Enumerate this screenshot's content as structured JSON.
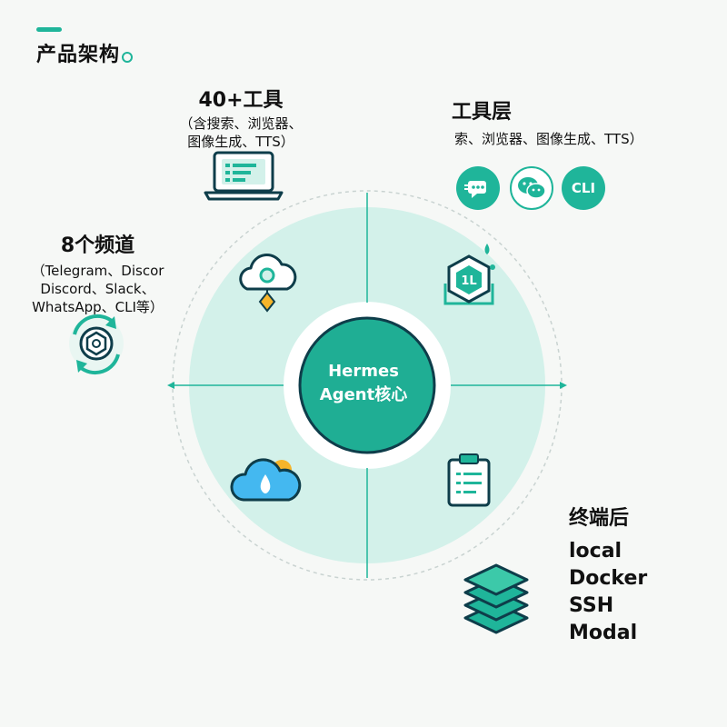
{
  "page_title": "产品架构",
  "core": {
    "line1": "Hermes",
    "line2": "Agent核心"
  },
  "tools40": {
    "title": "40+工具",
    "sub_lines": [
      "（含搜索、浏览器、",
      "图像生成、TTS）"
    ],
    "icon": "laptop-icon"
  },
  "tool_layer": {
    "title": "工具层",
    "sub": "索、浏览器、图像生成、TTS）",
    "badges": [
      {
        "icon": "chat-bubble-icon"
      },
      {
        "icon": "wechat-icon"
      },
      {
        "label": "CLI"
      }
    ]
  },
  "channels": {
    "title": "8个频道",
    "sub_lines": [
      "（Telegram、Discor",
      "Discord、Slack、",
      "WhatsApp、CLI等）"
    ],
    "icon": "openai-sync-icon"
  },
  "terminal": {
    "title": "终端后",
    "items": [
      "local",
      "Docker",
      "SSH",
      "Modal"
    ],
    "icon": "stack-layers-icon"
  },
  "quadrant_icons": [
    "cloud-gear-icon",
    "hexagon-module-icon",
    "cloud-drop-icon",
    "clipboard-icon"
  ],
  "colors": {
    "accent": "#1fb59a",
    "light": "#d6f3ec",
    "dark": "#0e3d4a"
  }
}
